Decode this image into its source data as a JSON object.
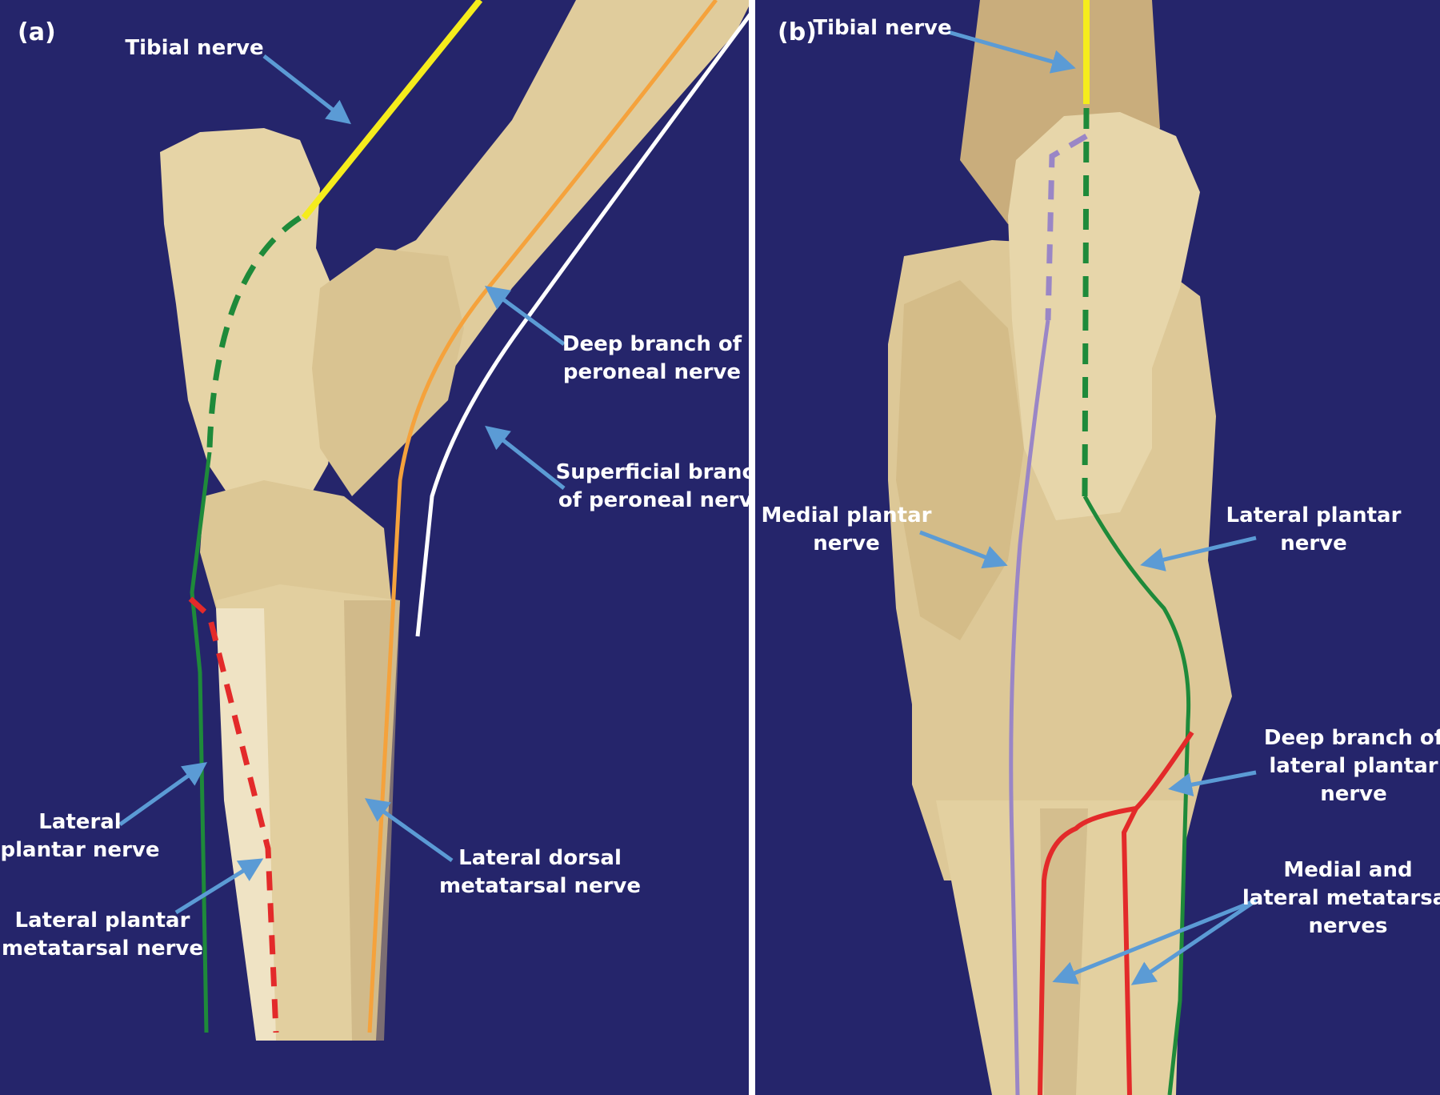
{
  "panels": {
    "a": {
      "panel_label": "(a)",
      "labels": {
        "tibial_nerve": "Tibial nerve",
        "deep_branch_l1": "Deep branch of",
        "deep_branch_l2": "peroneal nerve",
        "superficial_l1": "Superficial branch",
        "superficial_l2": "of peroneal nerve",
        "lateral_plantar_l1": "Lateral",
        "lateral_plantar_l2": "plantar nerve",
        "lp_metatarsal_l1": "Lateral plantar",
        "lp_metatarsal_l2": "metatarsal nerve",
        "lat_dorsal_l1": "Lateral dorsal",
        "lat_dorsal_l2": "metatarsal nerve"
      }
    },
    "b": {
      "panel_label": "(b)",
      "labels": {
        "tibial_nerve": "Tibial nerve",
        "medial_plantar_l1": "Medial plantar",
        "medial_plantar_l2": "nerve",
        "lateral_plantar_l1": "Lateral plantar",
        "lateral_plantar_l2": "nerve",
        "deep_lateral_l1": "Deep branch of",
        "deep_lateral_l2": "lateral plantar",
        "deep_lateral_l3": "nerve",
        "metatarsal_l1": "Medial and",
        "metatarsal_l2": "lateral metatarsal",
        "metatarsal_l3": "nerves"
      }
    }
  },
  "colors": {
    "background": "#25256b",
    "bone": "#e4d2a3",
    "bone_shadow": "#c2a978",
    "arrow": "#5b9bd5",
    "tibial_nerve": "#f5ec1c",
    "plantar_green": "#1e8a3a",
    "metatarsal_red": "#e32a2a",
    "peroneal_deep": "#f5a23c",
    "peroneal_superficial": "#ffffff",
    "medial_plantar": "#9a86c6"
  }
}
